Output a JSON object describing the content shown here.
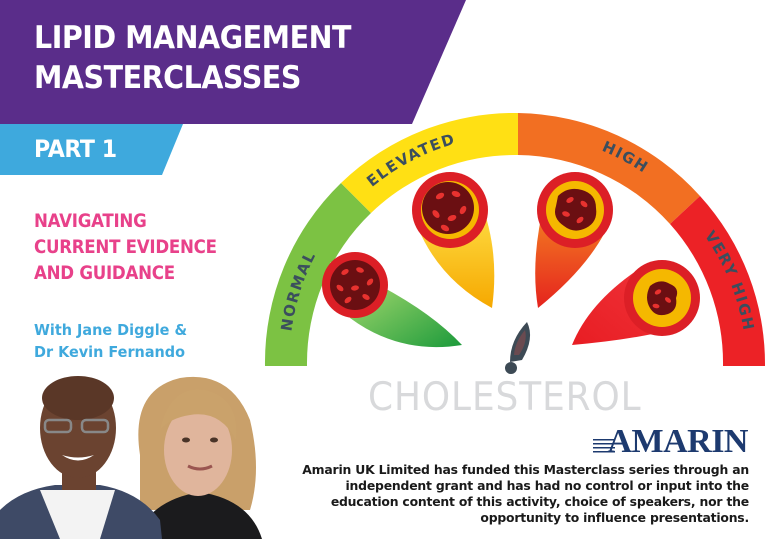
{
  "header": {
    "title_line_1": "LIPID MANAGEMENT",
    "title_line_2": "MASTERCLASSES",
    "part_label": "PART 1",
    "colors": {
      "purple_band": "#5a2d8a",
      "blue_band": "#3ea9dd"
    }
  },
  "session": {
    "subtitle_line_1": "NAVIGATING",
    "subtitle_line_2": "CURRENT EVIDENCE",
    "subtitle_line_3": "AND GUIDANCE",
    "presenters_line_1": "With Jane Diggle &",
    "presenters_line_2": "Dr Kevin Fernando",
    "colors": {
      "subtitle": "#e8418a",
      "presenters": "#3fa9dd"
    }
  },
  "gauge": {
    "label": "CHOLESTEROL",
    "segments": [
      {
        "label": "NORMAL",
        "color": "#7cc243"
      },
      {
        "label": "ELEVATED",
        "color": "#ffe014"
      },
      {
        "label": "HIGH",
        "color": "#f26f22"
      },
      {
        "label": "VERY HIGH",
        "color": "#ec2226"
      }
    ],
    "needle_icon": "gauge-needle-icon",
    "label_text_color": "#3b4e5e"
  },
  "sponsor": {
    "logo_text": "AMARIN",
    "logo_color": "#1d3a6f",
    "disclaimer_line_1": "Amarin UK Limited has funded this Masterclass series through an",
    "disclaimer_line_2": "independent grant and has had no control or input into the",
    "disclaimer_line_3": "education content of this activity, choice of speakers, nor the",
    "disclaimer_line_4": "opportunity to influence presentations."
  },
  "photos": [
    {
      "name": "presenter-photo-kevin-fernando"
    },
    {
      "name": "presenter-photo-jane-diggle"
    }
  ]
}
